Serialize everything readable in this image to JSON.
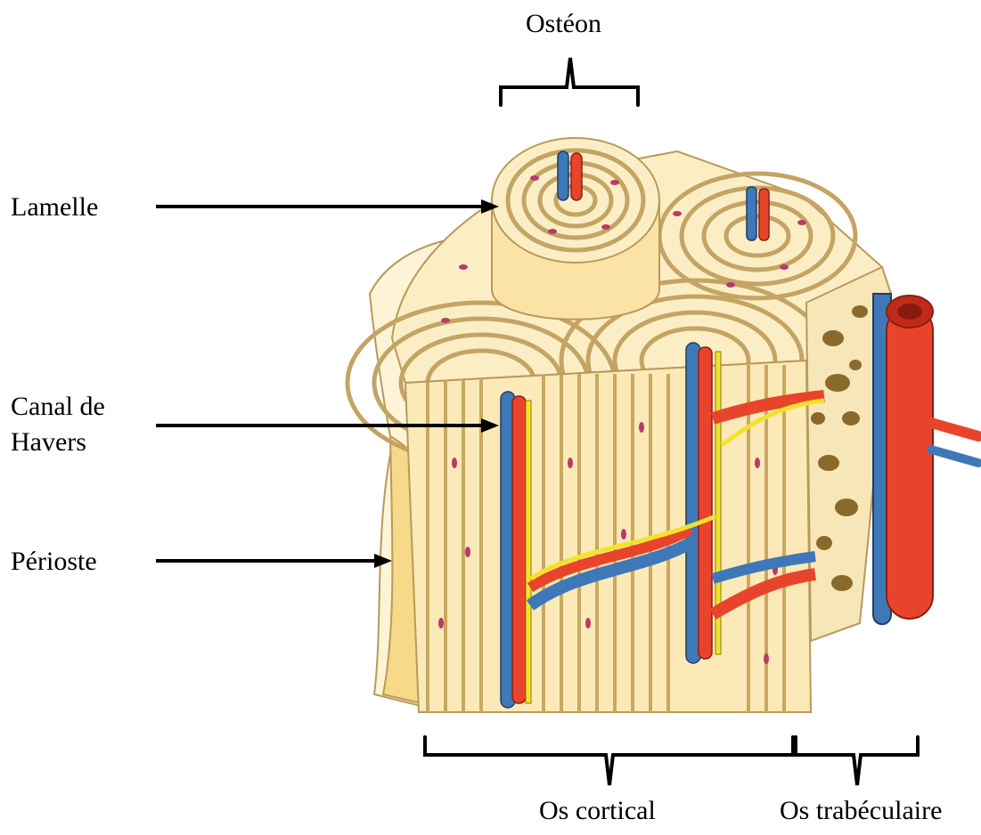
{
  "labels": {
    "osteon": "Ostéon",
    "lamelle": "Lamelle",
    "canal_line1": "Canal de",
    "canal_line2": "Havers",
    "perioste": "Périoste",
    "os_cortical": "Os cortical",
    "os_trabeculaire": "Os trabéculaire"
  },
  "colors": {
    "bone_light": "#fbeec4",
    "bone_mid": "#f6d98c",
    "lamella_ring": "#c4a464",
    "lacuna": "#b83a6a",
    "artery": "#e8442c",
    "vein": "#3f78b8",
    "nerve": "#f4e22a",
    "trabecular_hole": "#8a6a2a"
  }
}
